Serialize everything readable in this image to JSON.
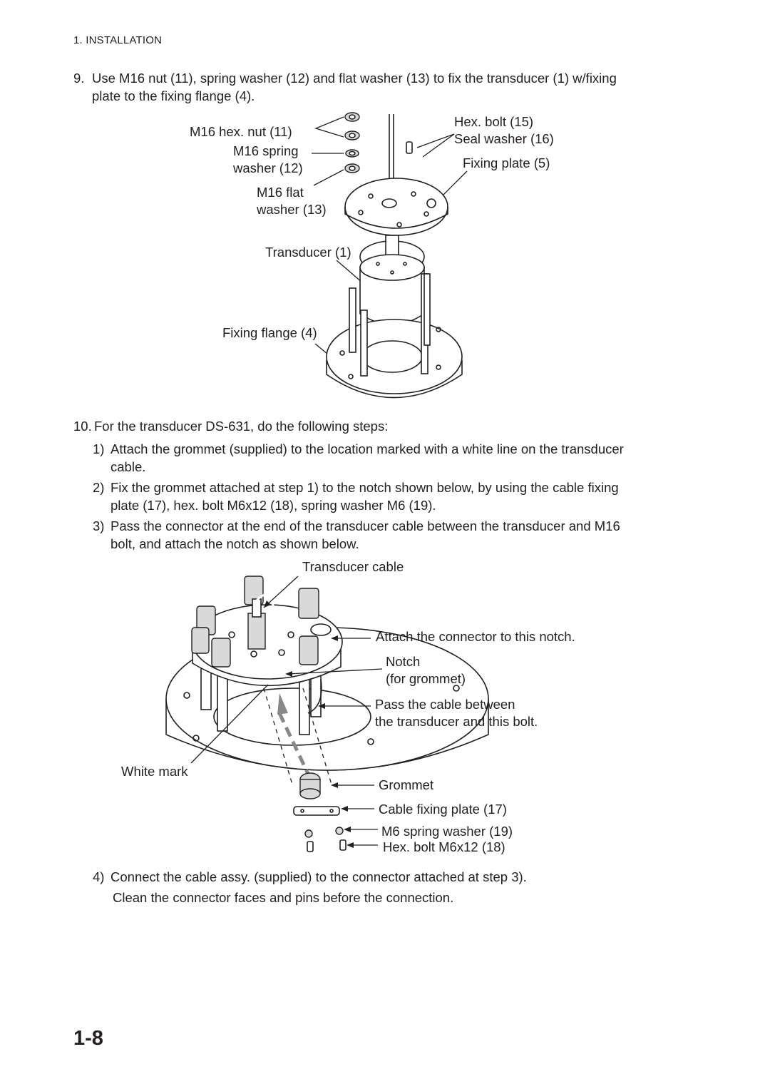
{
  "header": "1. INSTALLATION",
  "step9": {
    "num": "9.",
    "line1": "Use M16 nut (11), spring washer (12) and flat washer (13) to fix the transducer (1) w/fixing",
    "line2": "plate to the fixing flange (4)."
  },
  "fig1": {
    "nut": "M16 hex. nut (11)",
    "spring1": "M16 spring",
    "spring2": "washer (12)",
    "flat1": "M16 flat",
    "flat2": "washer (13)",
    "transducer": "Transducer (1)",
    "flange": "Fixing flange (4)",
    "hexbolt": "Hex. bolt (15)",
    "seal": "Seal washer (16)",
    "plate": "Fixing plate (5)"
  },
  "step10": {
    "num": "10.",
    "text": "For the transducer DS-631, do the following steps:"
  },
  "substeps": [
    {
      "num": "1)",
      "line1": "Attach the grommet (supplied) to the location marked with a white line on the transducer",
      "line2": "cable."
    },
    {
      "num": "2)",
      "line1": "Fix the grommet attached at step 1) to the notch shown below, by using the cable fixing",
      "line2": "plate (17), hex. bolt M6x12 (18), spring washer M6 (19)."
    },
    {
      "num": "3)",
      "line1": "Pass the connector at the end of the transducer cable between the transducer and M16",
      "line2": "bolt, and attach the notch as shown below."
    },
    {
      "num": "4)",
      "line1": "Connect the cable assy. (supplied) to the connector attached at step 3).",
      "line2": "Clean the connector faces and pins before the connection."
    }
  ],
  "fig2": {
    "cable": "Transducer cable",
    "attach": "Attach the connector to this notch.",
    "notch1": "Notch",
    "notch2": "(for grommet)",
    "pass1": "Pass the cable between",
    "pass2": "the transducer and this bolt.",
    "white": "White mark",
    "grommet": "Grommet",
    "fixplate": "Cable fixing plate (17)",
    "m6washer": "M6 spring washer (19)",
    "hexbolt": "Hex. bolt M6x12 (18)"
  },
  "page_number": "1-8"
}
